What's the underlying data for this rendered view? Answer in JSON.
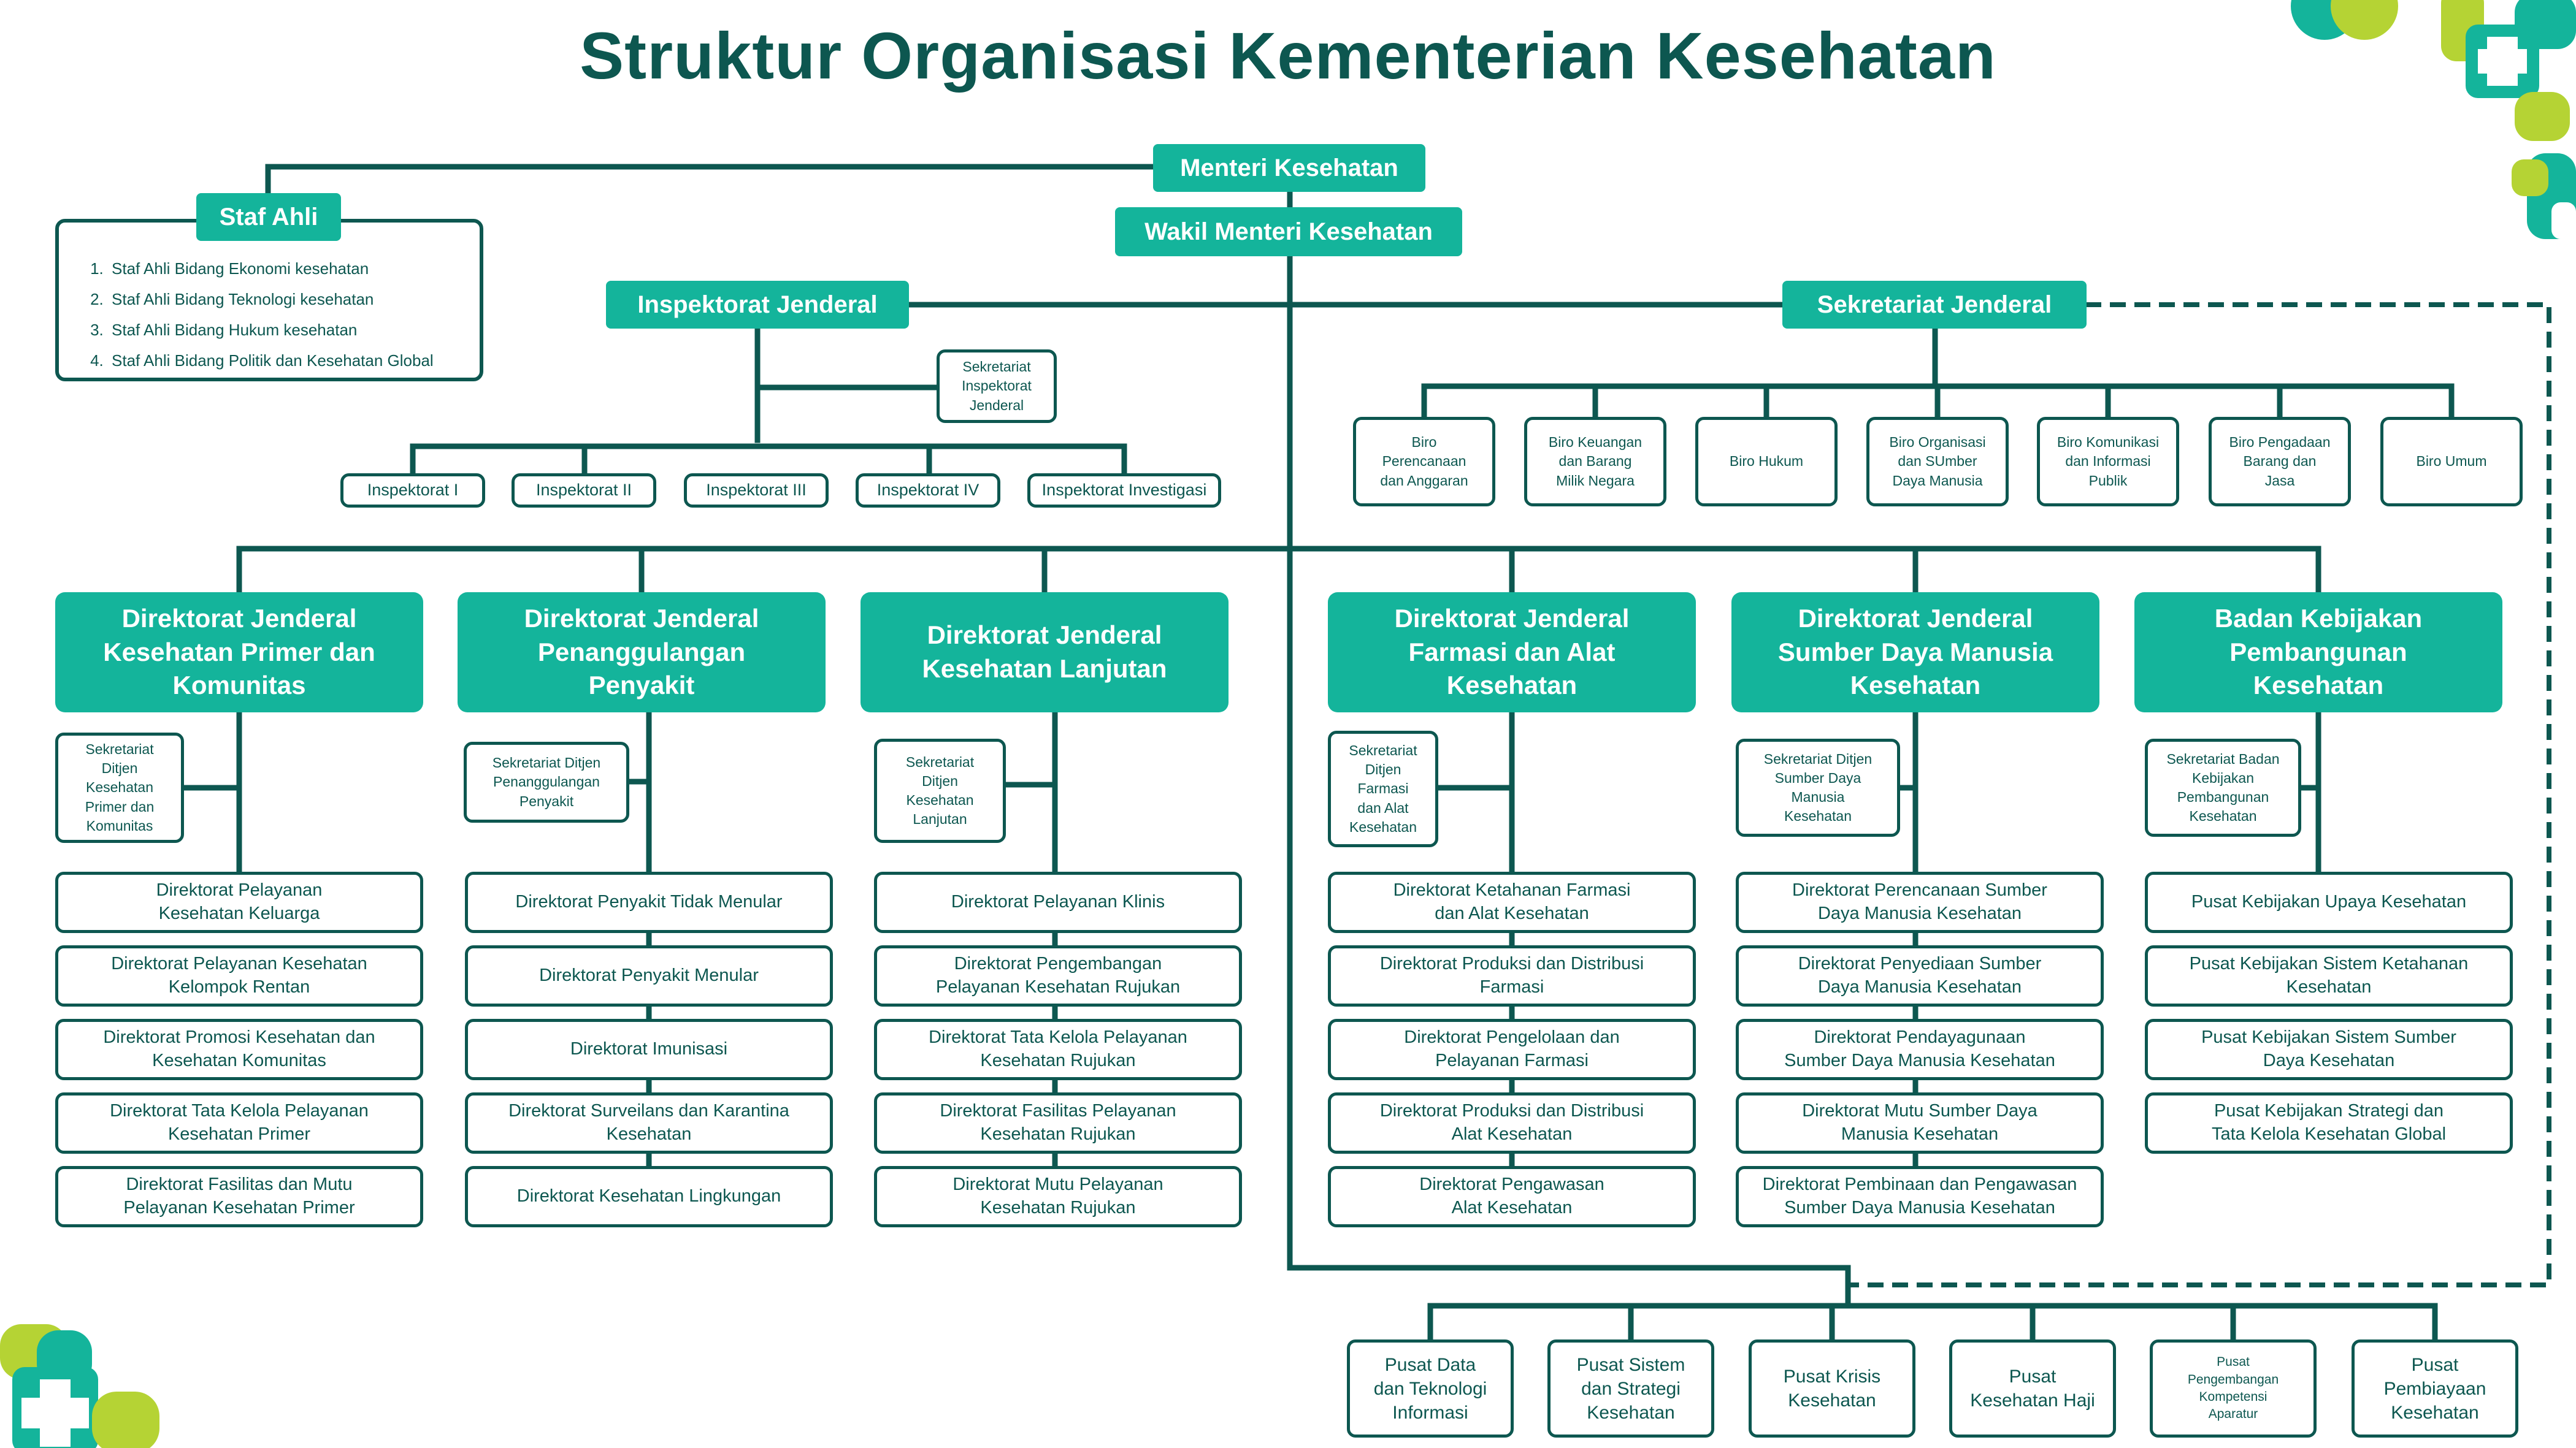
{
  "title": "Struktur Organisasi Kementerian Kesehatan",
  "colors": {
    "teal": "#14b49b",
    "dark": "#0d5750",
    "lime": "#b5d334"
  },
  "top": {
    "menteri": "Menteri Kesehatan",
    "wakil": "Wakil Menteri Kesehatan",
    "inspektorat": "Inspektorat Jenderal",
    "sekretariat": "Sekretariat Jenderal"
  },
  "staf_ahli": {
    "title": "Staf Ahli",
    "items": [
      "Staf Ahli Bidang Ekonomi kesehatan",
      "Staf Ahli Bidang Teknologi kesehatan",
      "Staf Ahli Bidang Hukum kesehatan",
      "Staf Ahli Bidang Politik dan Kesehatan Global"
    ]
  },
  "inspektorat_units": {
    "sekretariat": "Sekretariat\nInspektorat\nJenderal",
    "items": [
      "Inspektorat I",
      "Inspektorat II",
      "Inspektorat III",
      "Inspektorat IV",
      "Inspektorat Investigasi"
    ]
  },
  "sekjen_units": [
    "Biro\nPerencanaan\ndan Anggaran",
    "Biro Keuangan\ndan Barang\nMilik Negara",
    "Biro Hukum",
    "Biro Organisasi\ndan SUmber\nDaya Manusia",
    "Biro Komunikasi\ndan Informasi\nPublik",
    "Biro Pengadaan\nBarang dan\nJasa",
    "Biro Umum"
  ],
  "columns": [
    {
      "title": "Direktorat Jenderal\nKesehatan Primer dan\nKomunitas",
      "secretariat": "Sekretariat\nDitjen\nKesehatan\nPrimer dan\nKomunitas",
      "items": [
        "Direktorat Pelayanan\nKesehatan Keluarga",
        "Direktorat Pelayanan Kesehatan\nKelompok Rentan",
        "Direktorat Promosi Kesehatan dan\nKesehatan Komunitas",
        "Direktorat Tata Kelola Pelayanan\nKesehatan Primer",
        "Direktorat Fasilitas dan Mutu\nPelayanan Kesehatan Primer"
      ]
    },
    {
      "title": "Direktorat Jenderal\nPenanggulangan\nPenyakit",
      "secretariat": "Sekretariat Ditjen\nPenanggulangan\nPenyakit",
      "items": [
        "Direktorat Penyakit Tidak Menular",
        "Direktorat Penyakit Menular",
        "Direktorat Imunisasi",
        "Direktorat Surveilans dan Karantina\nKesehatan",
        "Direktorat Kesehatan Lingkungan"
      ]
    },
    {
      "title": "Direktorat Jenderal\nKesehatan Lanjutan",
      "secretariat": "Sekretariat\nDitjen\nKesehatan\nLanjutan",
      "items": [
        "Direktorat Pelayanan Klinis",
        "Direktorat Pengembangan\nPelayanan Kesehatan Rujukan",
        "Direktorat Tata Kelola Pelayanan\nKesehatan Rujukan",
        "Direktorat Fasilitas Pelayanan\nKesehatan Rujukan",
        "Direktorat Mutu Pelayanan\nKesehatan Rujukan"
      ]
    },
    {
      "title": "Direktorat Jenderal\nFarmasi dan Alat\nKesehatan",
      "secretariat": "Sekretariat\nDitjen\nFarmasi\ndan Alat\nKesehatan",
      "items": [
        "Direktorat Ketahanan Farmasi\ndan Alat Kesehatan",
        "Direktorat Produksi dan Distribusi\nFarmasi",
        "Direktorat Pengelolaan dan\nPelayanan Farmasi",
        "Direktorat Produksi dan Distribusi\nAlat Kesehatan",
        "Direktorat Pengawasan\nAlat Kesehatan"
      ]
    },
    {
      "title": "Direktorat Jenderal\nSumber Daya Manusia\nKesehatan",
      "secretariat": "Sekretariat Ditjen\nSumber Daya\nManusia\nKesehatan",
      "items": [
        "Direktorat Perencanaan Sumber\nDaya Manusia Kesehatan",
        "Direktorat Penyediaan Sumber\nDaya Manusia Kesehatan",
        "Direktorat Pendayagunaan\nSumber Daya Manusia Kesehatan",
        "Direktorat Mutu Sumber Daya\nManusia Kesehatan",
        "Direktorat Pembinaan dan Pengawasan\nSumber Daya Manusia Kesehatan"
      ]
    },
    {
      "title": "Badan Kebijakan\nPembangunan\nKesehatan",
      "secretariat": "Sekretariat Badan\nKebijakan\nPembangunan\nKesehatan",
      "items": [
        "Pusat Kebijakan Upaya Kesehatan",
        "Pusat Kebijakan Sistem Ketahanan\nKesehatan",
        "Pusat Kebijakan Sistem Sumber\nDaya Kesehatan",
        "Pusat Kebijakan Strategi dan\nTata Kelola Kesehatan Global"
      ]
    }
  ],
  "pusat": [
    "Pusat Data\ndan Teknologi\nInformasi",
    "Pusat Sistem\ndan Strategi\nKesehatan",
    "Pusat Krisis\nKesehatan",
    "Pusat\nKesehatan Haji",
    "Pusat\nPengembangan\nKompetensi\nAparatur",
    "Pusat\nPembiayaan\nKesehatan"
  ]
}
